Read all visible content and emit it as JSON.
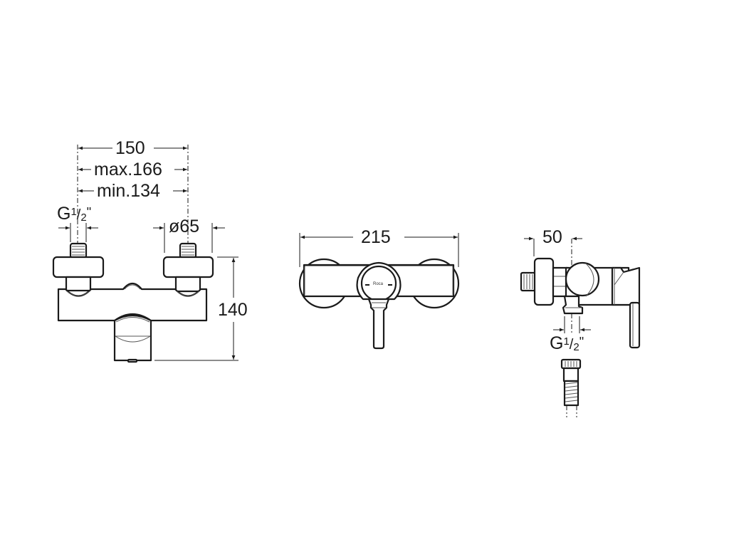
{
  "drawing": {
    "subject": "Wall-mounted shower mixer technical drawing",
    "views": {
      "front_left": {
        "dimensions": {
          "centers": "150",
          "max_centers": "max.166",
          "min_centers": "min.134",
          "inlet_thread_prefix": "G",
          "inlet_thread_frac": "1/2",
          "inlet_thread_unit": "\"",
          "flange_diameter": "ø65",
          "height": "140"
        }
      },
      "front_center": {
        "dimensions": {
          "width": "215"
        },
        "logo": "Roca"
      },
      "side_right": {
        "dimensions": {
          "depth": "50",
          "outlet_thread_prefix": "G",
          "outlet_thread_frac": "1/2",
          "outlet_thread_unit": "\""
        }
      }
    },
    "colors": {
      "line": "#1a1a1a",
      "background": "#ffffff"
    }
  }
}
